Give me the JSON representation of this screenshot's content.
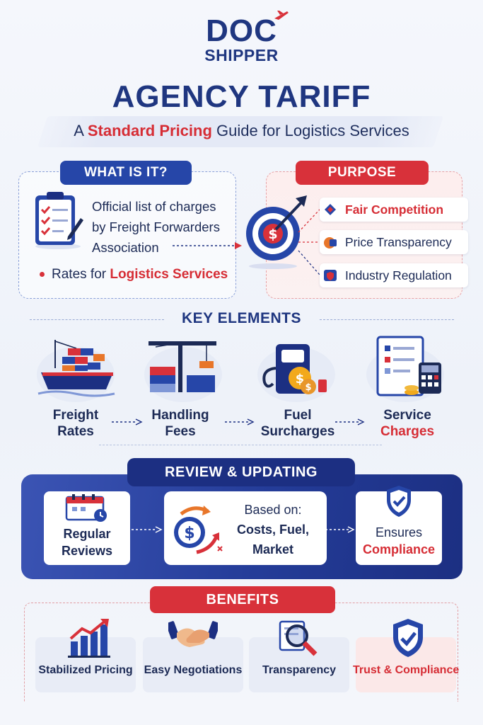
{
  "logo": {
    "top": "DOC",
    "bottom": "SHIPPER"
  },
  "title": "AGENCY TARIFF",
  "subtitle": {
    "before": "A ",
    "highlight": "Standard Pricing",
    "after": " Guide for Logistics Services"
  },
  "what_is_it": {
    "heading": "WHAT IS IT?",
    "lines": [
      "Official list of charges",
      "by Freight Forwarders",
      "Association"
    ],
    "bullet_before": "Rates for ",
    "bullet_highlight": "Logistics Services"
  },
  "purpose": {
    "heading": "PURPOSE",
    "items": [
      "Fair Competition",
      "Price Transparency",
      "Industry Regulation"
    ]
  },
  "key_elements": {
    "heading": "KEY ELEMENTS",
    "items": [
      {
        "line1": "Freight",
        "line2": "Rates"
      },
      {
        "line1": "Handling",
        "line2": "Fees"
      },
      {
        "line1": "Fuel",
        "line2": "Surcharges"
      },
      {
        "line1": "Service",
        "line2": "Charges"
      }
    ]
  },
  "review": {
    "heading": "REVIEW & UPDATING",
    "card1": {
      "line1": "Regular",
      "line2": "Reviews"
    },
    "card2": {
      "line1": "Based on:",
      "line2": "Costs, Fuel,",
      "line3": "Market"
    },
    "card3": {
      "line1": "Ensures",
      "line2": "Compliance"
    }
  },
  "benefits": {
    "heading": "BENEFITS",
    "items": [
      "Stabilized Pricing",
      "Easy Negotiations",
      "Transparency",
      "Trust & Compliance"
    ]
  },
  "colors": {
    "navy": "#1f3680",
    "red": "#d8313a",
    "blue": "#2646a8"
  }
}
